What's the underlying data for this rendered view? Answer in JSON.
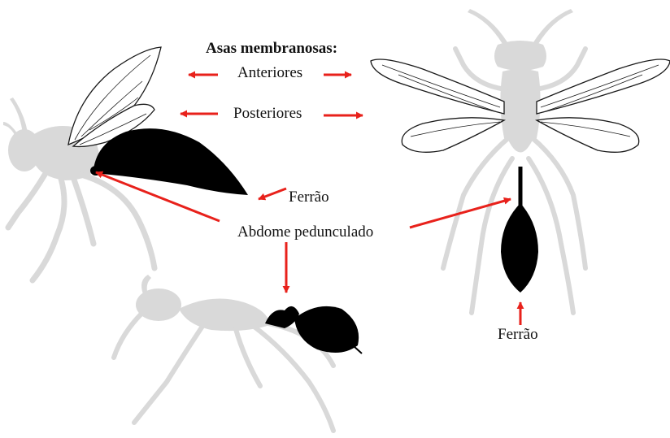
{
  "labels": {
    "wings_title": "Asas membranosas:",
    "forewings": "Anteriores",
    "hindwings": "Posteriores",
    "stinger_left": "Ferrão",
    "petiolate_abdomen": "Abdome pedunculado",
    "stinger_right": "Ferrão"
  },
  "colors": {
    "silhouette": "#d9d9d9",
    "abdomen": "#000000",
    "arrow": "#e8211b",
    "wing_outline": "#1a1a1a"
  },
  "icons": {
    "left_insect": "wasp-side-view",
    "right_insect": "wasp-top-view",
    "bottom_insect": "ant-side-view"
  }
}
